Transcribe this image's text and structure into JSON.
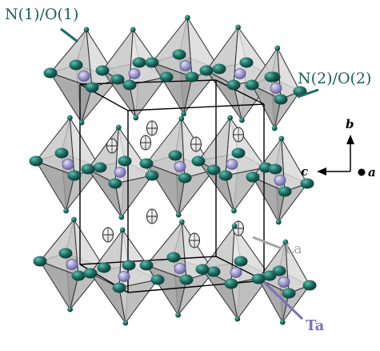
{
  "labels": {
    "n1": "N(1)/O(1)",
    "n2": "N(2)/O(2)",
    "la": "La",
    "ta": "Ta"
  },
  "axes": {
    "a": "a",
    "b": "b",
    "c": "c"
  },
  "colors": {
    "anion": "#1f6b62",
    "anion_light": "#4aa593",
    "ta": "#9b96c8",
    "la": "#f2f2f2",
    "la_label": "#a3a3a3",
    "ta_label": "#7a74b8",
    "octa_dark": "#9a9a9a",
    "octa_mid": "#c4c4c4",
    "octa_light": "#e6e6e6",
    "cell": "#000000"
  }
}
